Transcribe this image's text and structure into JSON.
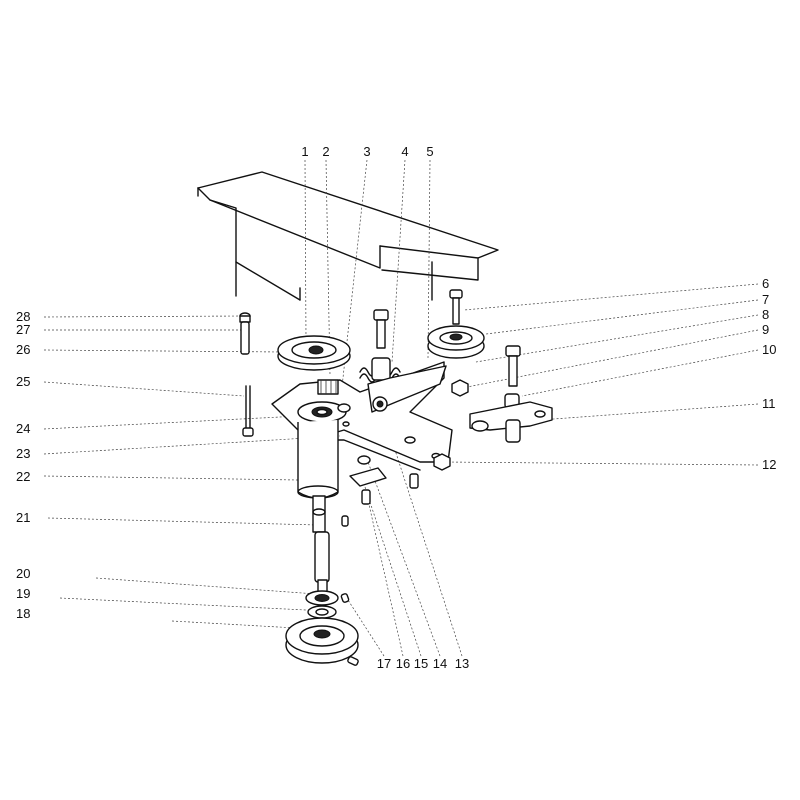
{
  "diagram": {
    "callouts": [
      {
        "id": "c1",
        "text": "1"
      },
      {
        "id": "c2",
        "text": "2"
      },
      {
        "id": "c3",
        "text": "3"
      },
      {
        "id": "c4",
        "text": "4"
      },
      {
        "id": "c5",
        "text": "5"
      },
      {
        "id": "c6",
        "text": "6"
      },
      {
        "id": "c7",
        "text": "7"
      },
      {
        "id": "c8",
        "text": "8"
      },
      {
        "id": "c9",
        "text": "9"
      },
      {
        "id": "c10",
        "text": "10"
      },
      {
        "id": "c11",
        "text": "11"
      },
      {
        "id": "c12",
        "text": "12"
      },
      {
        "id": "c13",
        "text": "13"
      },
      {
        "id": "c14",
        "text": "14"
      },
      {
        "id": "c15",
        "text": "15"
      },
      {
        "id": "c16",
        "text": "16"
      },
      {
        "id": "c17",
        "text": "17"
      },
      {
        "id": "c18",
        "text": "18"
      },
      {
        "id": "c19",
        "text": "19"
      },
      {
        "id": "c20",
        "text": "20"
      },
      {
        "id": "c21",
        "text": "21"
      },
      {
        "id": "c22",
        "text": "22"
      },
      {
        "id": "c23",
        "text": "23"
      },
      {
        "id": "c24",
        "text": "24"
      },
      {
        "id": "c25",
        "text": "25"
      },
      {
        "id": "c26",
        "text": "26"
      },
      {
        "id": "c27",
        "text": "27"
      },
      {
        "id": "c28",
        "text": "28"
      }
    ]
  }
}
